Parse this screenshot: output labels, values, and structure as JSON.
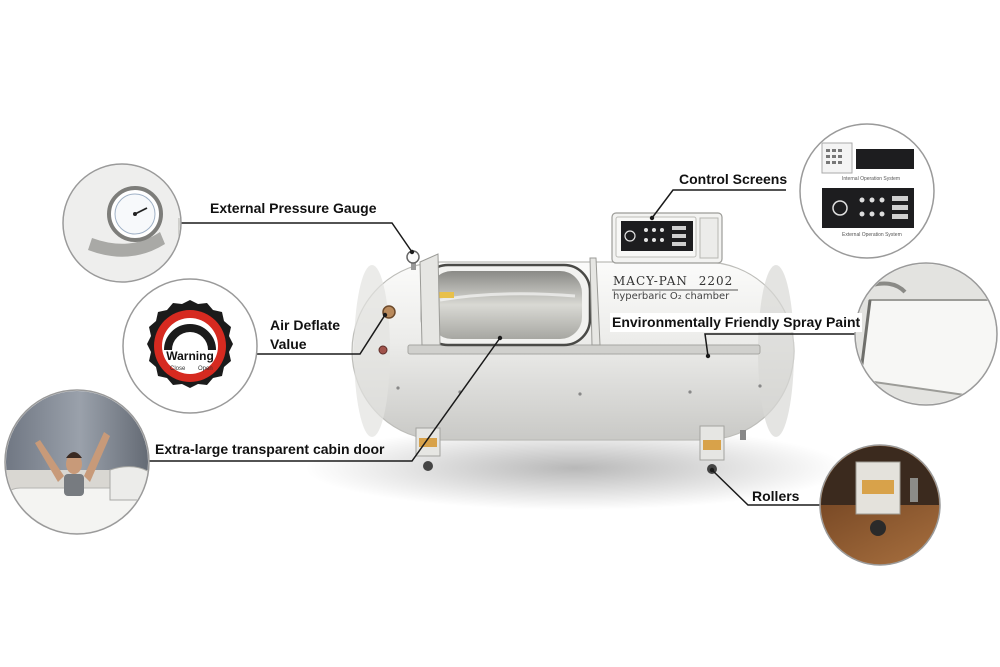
{
  "callouts": {
    "pressure_gauge": "External Pressure Gauge",
    "air_deflate_line1": "Air Deflate",
    "air_deflate_line2": "Value",
    "cabin_door": "Extra-large transparent cabin door",
    "control_screens": "Control Screens",
    "spray_paint": "Environmentally Friendly Spray Paint",
    "rollers": "Rollers"
  },
  "product": {
    "brand": "MACY-PAN",
    "model": "2202",
    "subtitle": "hyperbaric O₂ chamber"
  },
  "warning_badge": {
    "text": "Warning",
    "close": "Close",
    "open": "Open"
  },
  "control_panel_inset": {
    "internal_caption": "Internal Operation System",
    "external_caption": "External Operation System"
  },
  "colors": {
    "chamber_body": "#ececea",
    "badge_red": "#d62a20",
    "leader_line": "#1a1a1a"
  }
}
